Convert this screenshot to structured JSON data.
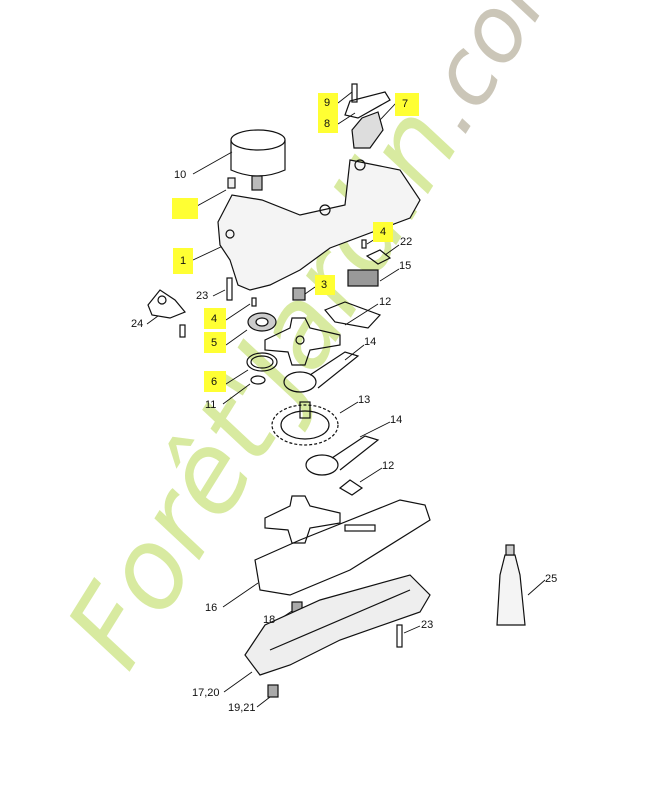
{
  "watermark": {
    "brand": "Forêt'Jardin",
    "suffix": ".com",
    "brand_color": "#d8eaa0",
    "suffix_color": "#cbc6b8"
  },
  "highlight_color": "#ffff33",
  "callouts": [
    {
      "id": "c9",
      "text": "9",
      "highlighted": true
    },
    {
      "id": "c7",
      "text": "7",
      "highlighted": true
    },
    {
      "id": "c8",
      "text": "8",
      "highlighted": true
    },
    {
      "id": "c10",
      "text": "10",
      "highlighted": false
    },
    {
      "id": "cblank",
      "text": "",
      "highlighted": true
    },
    {
      "id": "c1",
      "text": "1",
      "highlighted": true
    },
    {
      "id": "c4a",
      "text": "4",
      "highlighted": true
    },
    {
      "id": "c22",
      "text": "22",
      "highlighted": false
    },
    {
      "id": "c15",
      "text": "15",
      "highlighted": false
    },
    {
      "id": "c23a",
      "text": "23",
      "highlighted": false
    },
    {
      "id": "c3",
      "text": "3",
      "highlighted": true
    },
    {
      "id": "c12a",
      "text": "12",
      "highlighted": false
    },
    {
      "id": "c24",
      "text": "24",
      "highlighted": false
    },
    {
      "id": "c4b",
      "text": "4",
      "highlighted": true
    },
    {
      "id": "c5",
      "text": "5",
      "highlighted": true
    },
    {
      "id": "c14a",
      "text": "14",
      "highlighted": false
    },
    {
      "id": "c6",
      "text": "6",
      "highlighted": true
    },
    {
      "id": "c11",
      "text": "11",
      "highlighted": false
    },
    {
      "id": "c13",
      "text": "13",
      "highlighted": false
    },
    {
      "id": "c14b",
      "text": "14",
      "highlighted": false
    },
    {
      "id": "c12b",
      "text": "12",
      "highlighted": false
    },
    {
      "id": "c25",
      "text": "25",
      "highlighted": false
    },
    {
      "id": "c16",
      "text": "16",
      "highlighted": false
    },
    {
      "id": "c18",
      "text": "18",
      "highlighted": false
    },
    {
      "id": "c23b",
      "text": "23",
      "highlighted": false
    },
    {
      "id": "c1720",
      "text": "17,20",
      "highlighted": false
    },
    {
      "id": "c1921",
      "text": "19,21",
      "highlighted": false
    }
  ]
}
